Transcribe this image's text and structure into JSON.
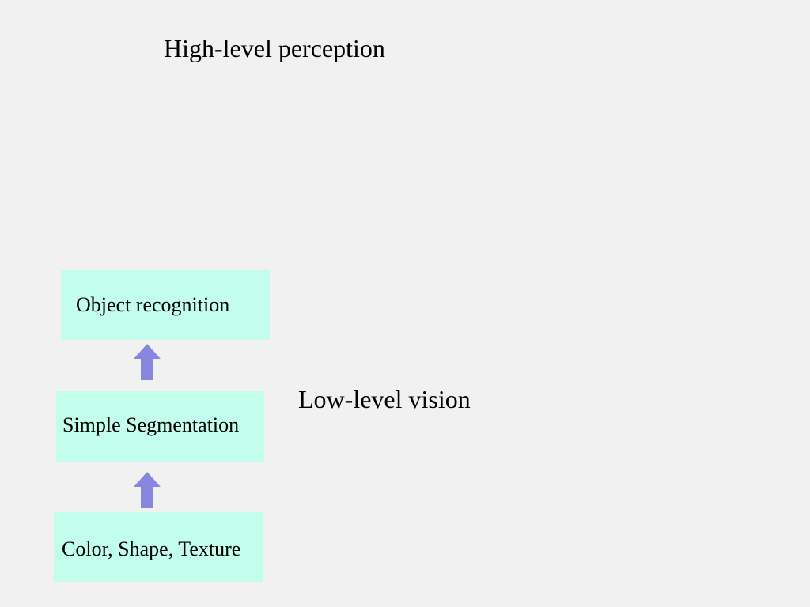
{
  "labels": {
    "high_level": "High-level perception",
    "low_level": "Low-level vision"
  },
  "boxes": {
    "object": "Object recognition",
    "segmentation": "Simple Segmentation",
    "color": "Color, Shape, Texture"
  },
  "icons": {
    "arrow": "arrow-up-icon"
  },
  "colors": {
    "background": "#f1f1f1",
    "box_fill": "#c3fdec",
    "arrow": "#8787e0"
  }
}
